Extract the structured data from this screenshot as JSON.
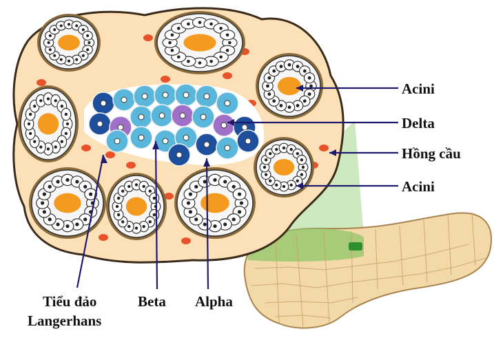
{
  "labels": {
    "acini_top": "Acini",
    "delta": "Delta",
    "hong_cau": "Hồng cầu",
    "acini_bottom": "Acini",
    "tieu_dao_line1": "Tiểu đảo",
    "tieu_dao_line2": "Langerhans",
    "beta": "Beta",
    "alpha": "Alpha"
  },
  "colors": {
    "tissue": "#fbe0b8",
    "tissue_edge": "#3a2a1a",
    "acinus_ring": "#f3f3f3",
    "acinus_lumen": "#f39a1f",
    "red_cell": "#e8522a",
    "islet_light": "#5ab7dc",
    "islet_dark": "#1d4f9c",
    "islet_purple": "#a070c8",
    "pancreas": "#f3d9a8",
    "pancreas_green": "#8dc56a",
    "arrow": "#1e1a6e"
  }
}
